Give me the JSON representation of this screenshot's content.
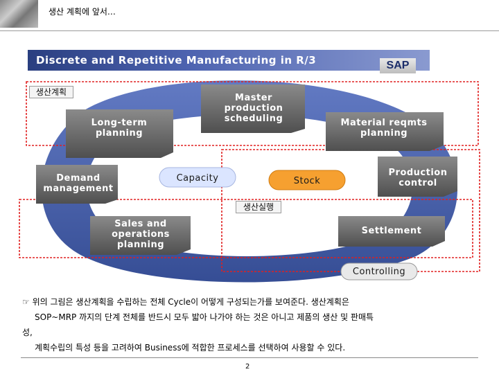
{
  "header": {
    "title": "생산 계획에 앞서…"
  },
  "banner": {
    "text": "Discrete and Repetitive Manufacturing in R/3",
    "logo": "SAP"
  },
  "diagram": {
    "planning_tag": "생산계획",
    "execution_tag": "생산실행",
    "nodes": {
      "master": "Master production scheduling",
      "material": "Material reqmts planning",
      "longterm": "Long-term planning",
      "demand": "Demand management",
      "capacity": "Capacity",
      "stock": "Stock",
      "production": "Production control",
      "sales": "Sales and operations planning",
      "settlement": "Settlement",
      "controlling": "Controlling"
    },
    "colors": {
      "ring": "#3f5aa8",
      "panel": "#666666",
      "capacity_fill": "#dbe5ff",
      "stock_fill": "#f6a030",
      "highlight": "#e02020"
    }
  },
  "body": {
    "bullet_icon": "pointing-hand-icon",
    "line1": "☞ 위의 그림은 생산계획을 수립하는 전체 Cycle이 어떻게 구성되는가를 보여준다. 생산계획은",
    "line2": "SOP~MRP 까지의 단계 전체를 반드시 모두 밟아 나가야 하는 것은 아니고 제품의 생산 및 판매특",
    "line3": "성,",
    "line4": "계획수립의 특성 등을 고려하여 Business에 적합한 프로세스를 선택하여 사용할 수 있다."
  },
  "footer": {
    "page": "2"
  }
}
